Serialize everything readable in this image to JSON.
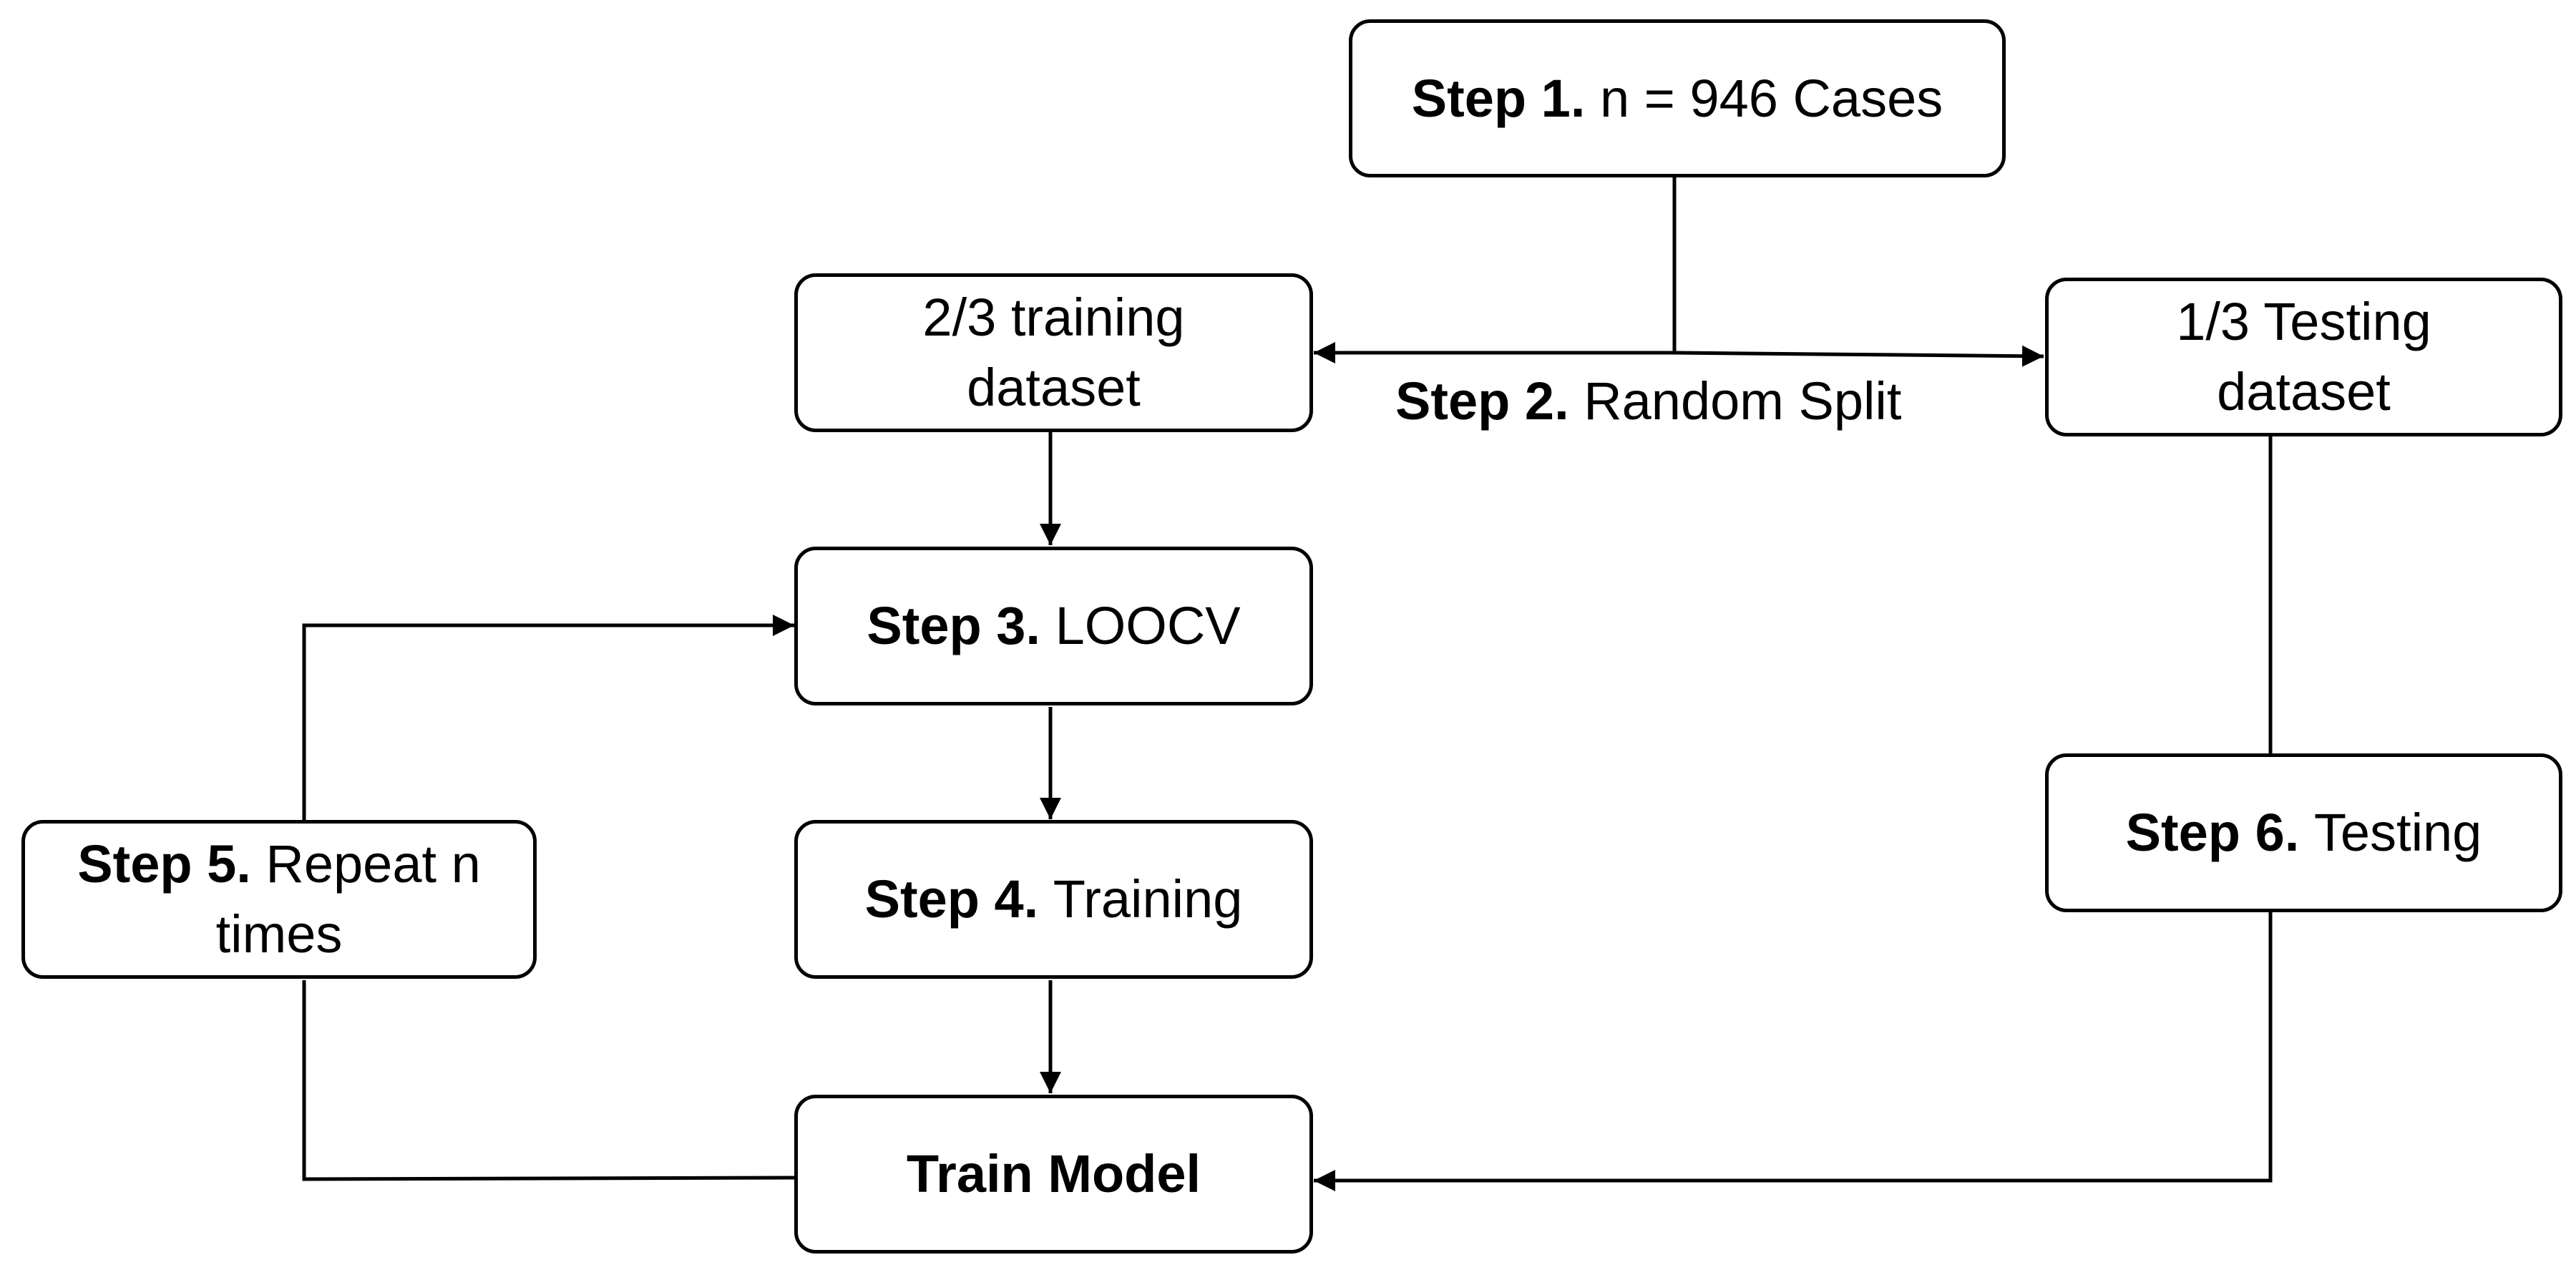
{
  "nodes": {
    "step1": {
      "bold": "Step 1.",
      "text": "n = 946 Cases"
    },
    "training_dataset": {
      "line1": "2/3 training",
      "line2": "dataset"
    },
    "testing_dataset": {
      "line1": "1/3 Testing",
      "line2": "dataset"
    },
    "step3": {
      "bold": "Step 3.",
      "text": "LOOCV"
    },
    "step4": {
      "bold": "Step 4.",
      "text": "Training"
    },
    "step5": {
      "bold": "Step 5.",
      "text": "Repeat n times"
    },
    "step6": {
      "bold": "Step 6.",
      "text": "Testing"
    },
    "train_model": {
      "bold": "Train Model"
    }
  },
  "edge_labels": {
    "split": {
      "bold": "Step 2.",
      "text": "Random Split"
    }
  }
}
